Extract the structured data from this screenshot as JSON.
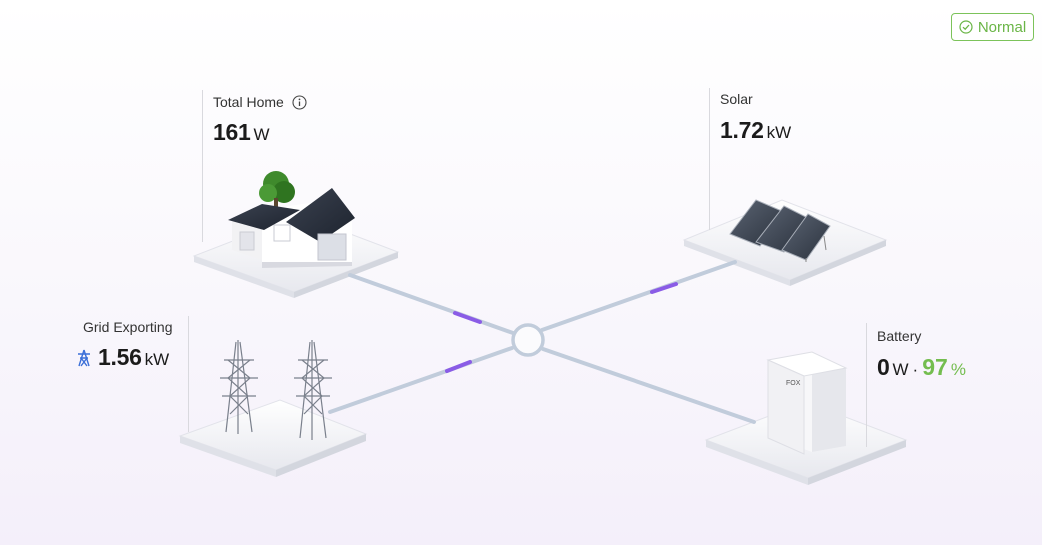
{
  "status": {
    "label": "Normal",
    "icon": "check-circle-icon",
    "color": "#6ab546"
  },
  "home": {
    "label": "Total Home",
    "value": "161",
    "unit": "W",
    "icon": "info-icon"
  },
  "solar": {
    "label": "Solar",
    "value": "1.72",
    "unit": "kW"
  },
  "grid": {
    "label": "Grid Exporting",
    "value": "1.56",
    "unit": "kW",
    "icon": "power-tower-icon",
    "icon_color": "#3b6fd8"
  },
  "battery": {
    "label": "Battery",
    "power_value": "0",
    "power_unit": "W",
    "separator": "·",
    "soc_value": "97",
    "soc_unit": "%",
    "soc_color": "#74bd4f"
  },
  "battery_brand": "FOX",
  "flow_colors": {
    "line": "#c1ccdb",
    "pulse": "#8a5ce6"
  }
}
